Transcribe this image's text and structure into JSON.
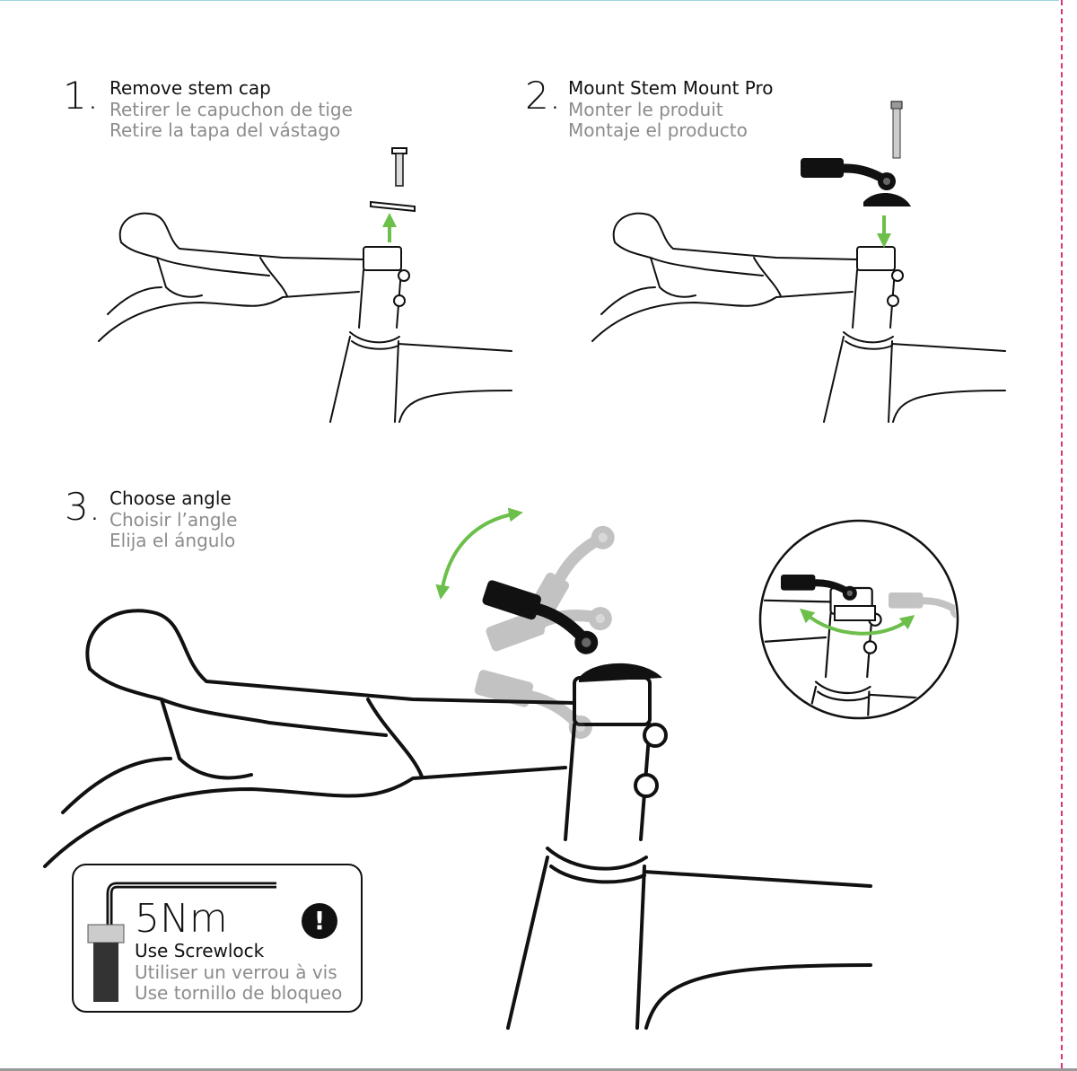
{
  "steps": [
    {
      "number": "1.",
      "en": "Remove stem cap",
      "fr": "Retirer le capuchon de tige",
      "es": "Retire la tapa del vástago"
    },
    {
      "number": "2.",
      "en": "Mount Stem Mount Pro",
      "fr": "Monter le produit",
      "es": "Montaje el producto"
    },
    {
      "number": "3.",
      "en": "Choose angle",
      "fr": "Choisir l’angle",
      "es": "Elija el ángulo"
    }
  ],
  "note": {
    "torque": "5Nm",
    "en": "Use Screwlock",
    "fr": "Utiliser un verrou à vis",
    "es": "Use tornillo de bloqueo",
    "warning_icon": "exclamation-circle-icon",
    "warning_glyph": "!"
  },
  "colors": {
    "arrow": "#6cbf4a",
    "cut_line": "#e0307a",
    "secondary_text": "#8c8c8c"
  }
}
